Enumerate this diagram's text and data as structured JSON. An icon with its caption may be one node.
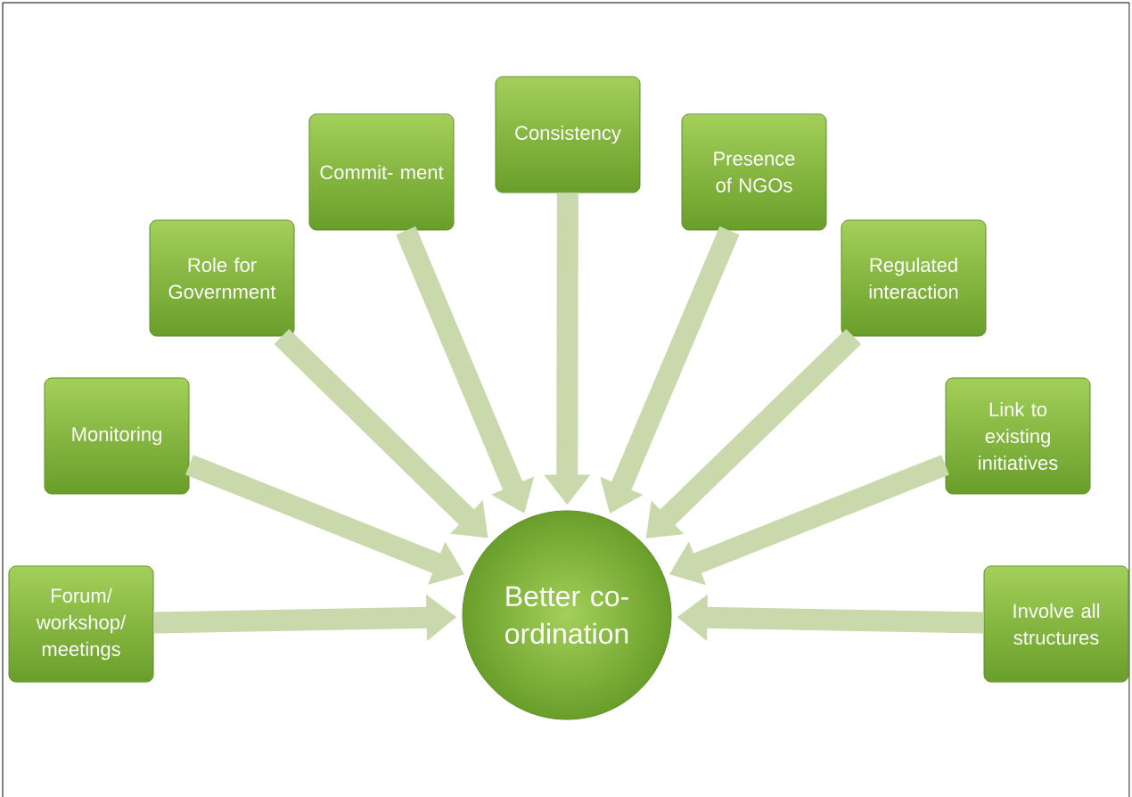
{
  "diagram": {
    "nodes": [
      {
        "text": [
          "Forum/ workshop/ meetings"
        ]
      },
      {
        "text": [
          "Monitoring"
        ]
      },
      {
        "text": [
          "Role for Government"
        ]
      },
      {
        "text": [
          "Commit- ment"
        ]
      },
      {
        "text": [
          "Consistency"
        ]
      },
      {
        "text": [
          "Presence of NGOs"
        ]
      },
      {
        "text": [
          "Regulated interaction"
        ]
      },
      {
        "text": [
          "Link to existing initiatives"
        ]
      },
      {
        "text": [
          "Involve all structures"
        ]
      },
      {
        "text": [
          "Better co- ordination"
        ]
      }
    ],
    "edges": [
      {
        "from": 0,
        "to": 9,
        "arrow": "to"
      },
      {
        "from": 1,
        "to": 9,
        "arrow": "to"
      },
      {
        "from": 2,
        "to": 9,
        "arrow": "to"
      },
      {
        "from": 3,
        "to": 9,
        "arrow": "to"
      },
      {
        "from": 4,
        "to": 9,
        "arrow": "to"
      },
      {
        "from": 5,
        "to": 9,
        "arrow": "to"
      },
      {
        "from": 6,
        "to": 9,
        "arrow": "to"
      },
      {
        "from": 7,
        "to": 9,
        "arrow": "to"
      },
      {
        "from": 8,
        "to": 9,
        "arrow": "to"
      }
    ]
  }
}
